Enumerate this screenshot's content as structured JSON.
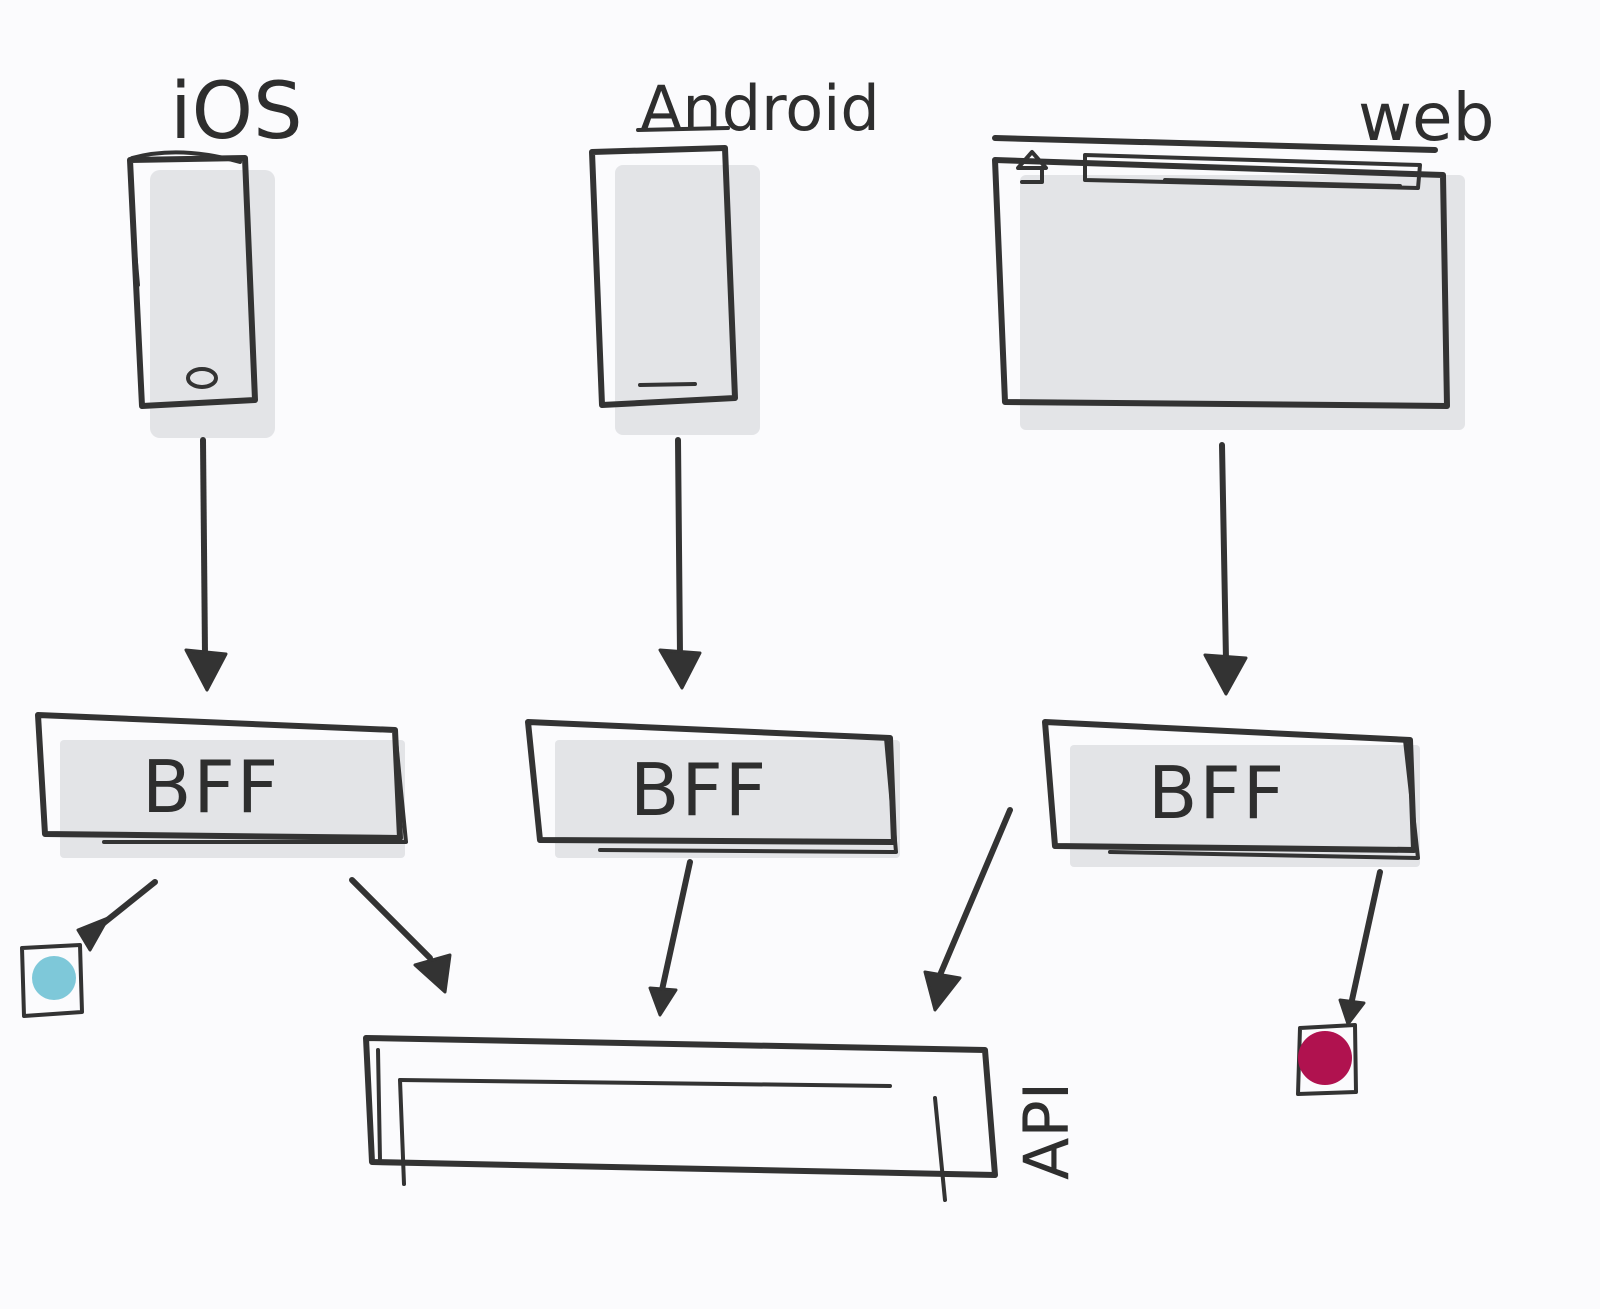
{
  "clients": [
    {
      "label": "iOS",
      "device": "iphone"
    },
    {
      "label": "Android",
      "device": "android-phone"
    },
    {
      "label": "web",
      "device": "browser-window"
    }
  ],
  "bffs": [
    {
      "label": "BFF"
    },
    {
      "label": "BFF"
    },
    {
      "label": "BFF"
    }
  ],
  "api": {
    "label": "API"
  },
  "services": [
    {
      "color": "#7ec8d9"
    },
    {
      "color": "#b0124f"
    }
  ],
  "colors": {
    "ink": "#333333",
    "paper": "#fbfbfd"
  }
}
